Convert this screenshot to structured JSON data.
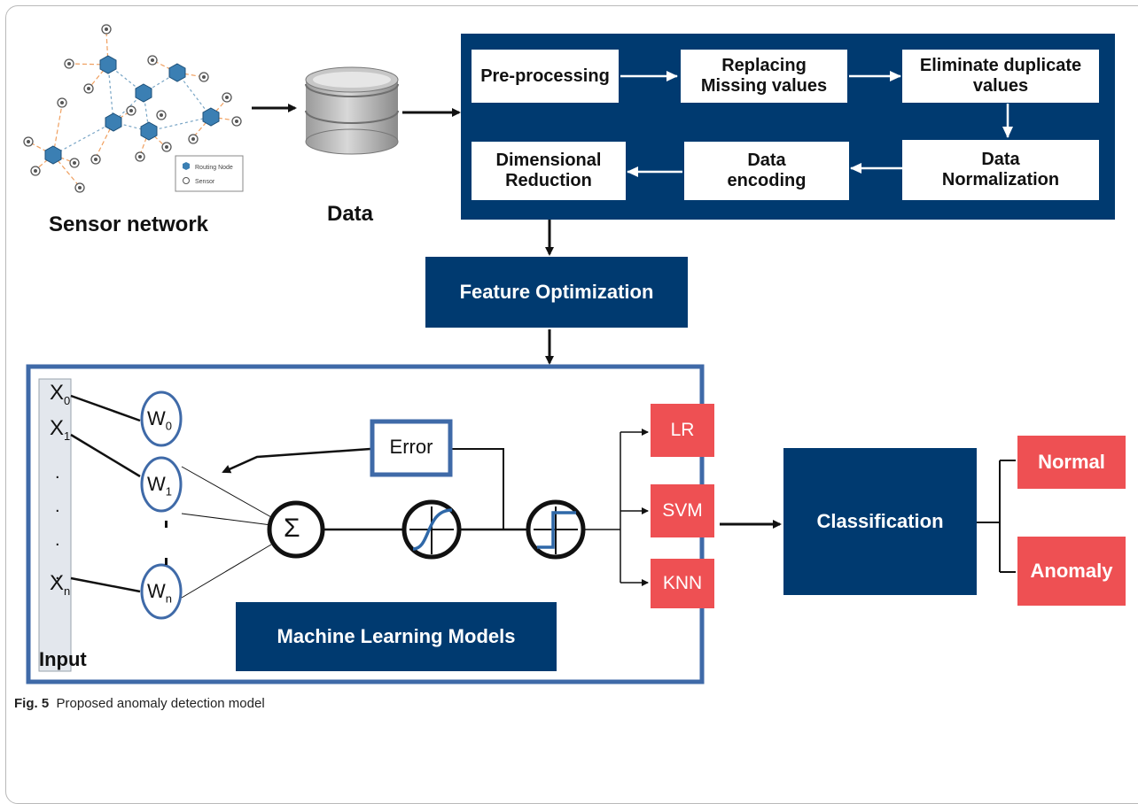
{
  "labels": {
    "sensor_network": "Sensor network",
    "data": "Data",
    "input": "Input"
  },
  "legend": {
    "routing_node": "Routing Node",
    "sensor": "Sensor"
  },
  "preprocessing": {
    "pre_processing": "Pre-processing",
    "replacing_missing": "Replacing\nMissing values",
    "eliminate_duplicate": "Eliminate duplicate\nvalues",
    "data_normalization": "Data\nNormalization",
    "data_encoding": "Data\nencoding",
    "dimensional_reduction": "Dimensional\nReduction"
  },
  "feature_optimization": "Feature Optimization",
  "ml": {
    "title": "Machine Learning Models",
    "error": "Error",
    "inputs": {
      "x0": "X",
      "x0_sub": "0",
      "x1": "X",
      "x1_sub": "1",
      "xn": "X",
      "xn_sub": "n"
    },
    "weights": {
      "w0": "W",
      "w0_sub": "0",
      "w1": "W",
      "w1_sub": "1",
      "wn": "W",
      "wn_sub": "n"
    },
    "sum_symbol": "Σ",
    "models": [
      "LR",
      "SVM",
      "KNN"
    ]
  },
  "classification": "Classification",
  "outputs": {
    "normal": "Normal",
    "anomaly": "Anomaly"
  },
  "caption": {
    "prefix": "Fig. 5",
    "text": "Proposed anomaly detection model"
  },
  "colors": {
    "navy": "#003a70",
    "red": "#ee5053",
    "blue_outline": "#3f6aa8",
    "input_bar": "#e3e7ed"
  }
}
